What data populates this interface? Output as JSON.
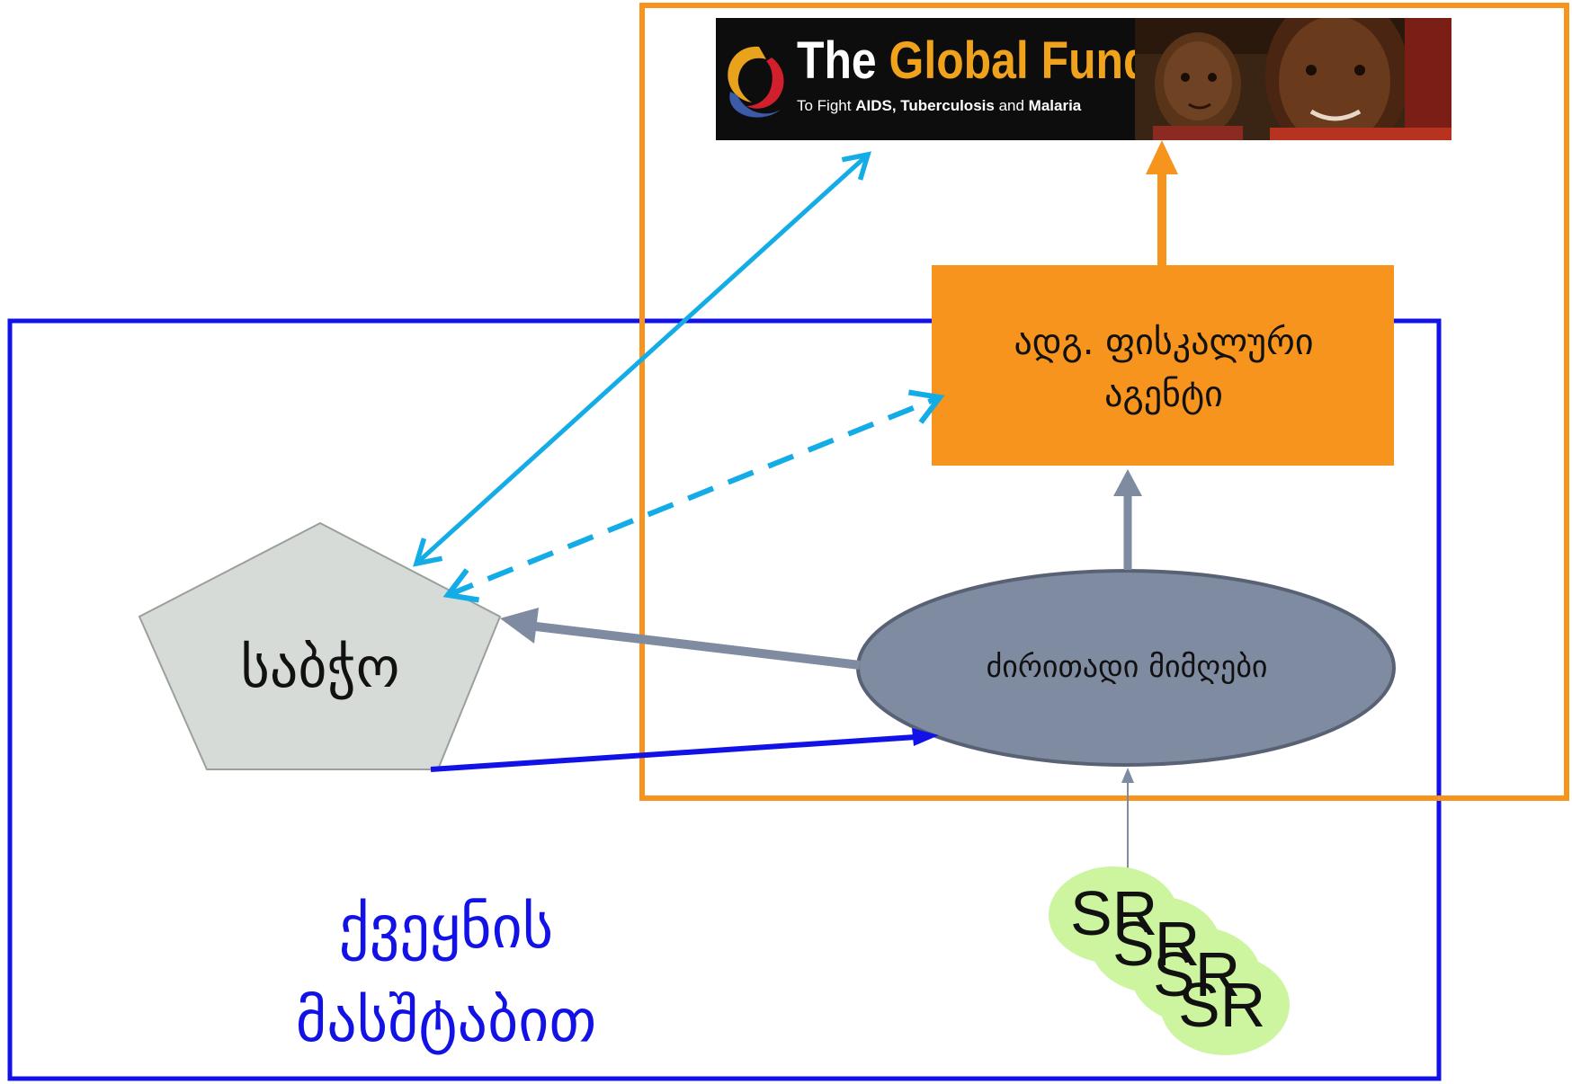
{
  "logo": {
    "title_part1": "The",
    "title_part2": "Global Fund",
    "subtitle_part1": "To Fight",
    "subtitle_part2": "AIDS, Tuberculosis",
    "subtitle_part3": "and",
    "subtitle_part4": "Malaria"
  },
  "nodes": {
    "lfa": {
      "line1": "ადგ. ფისკალური",
      "line2": "აგენტი"
    },
    "council": {
      "label": "საბჭო"
    },
    "principal_recipient": {
      "label": "ძირითადი მიმღები"
    },
    "country_level": {
      "line1": "ქვეყნის",
      "line2": "მასშტაბით"
    },
    "sub_recipients": [
      "SR",
      "SR",
      "SR",
      "SR"
    ]
  },
  "colors": {
    "country_frame": "#1212e6",
    "global_fund_frame": "#f7941d",
    "lfa_fill": "#f7941d",
    "council_fill": "#d7dbd7",
    "pr_fill": "#7f8ba1",
    "sr_fill": "#cdf5a0",
    "council_gf_arrow": "#14ace6",
    "council_pr_arrow": "#1212e6",
    "gray_arrow": "#7f8ba1"
  }
}
